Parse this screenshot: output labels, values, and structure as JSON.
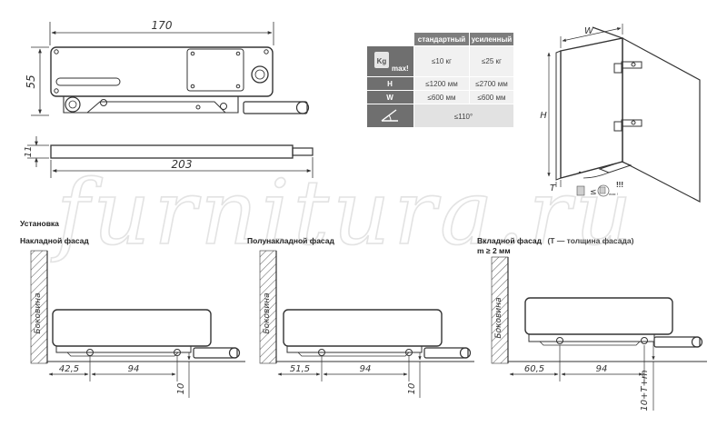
{
  "watermark": "furnitura.ru",
  "top_drawing": {
    "length_label": "170",
    "height_label": "55",
    "rod_thickness_label": "11",
    "rod_length_label": "203"
  },
  "spec_table": {
    "col_standard": "стандартный",
    "col_reinforced": "усиленный",
    "kg_icon_text": "Kg",
    "max_label": "max!",
    "rows": [
      {
        "label": "",
        "standard": "≤10 кг",
        "reinforced": "≤25 кг"
      },
      {
        "label": "H",
        "standard": "≤1200 мм",
        "reinforced": "≤2700 мм"
      },
      {
        "label": "W",
        "standard": "≤600 мм",
        "reinforced": "≤600 мм"
      },
      {
        "label": "",
        "merged": "≤110°"
      }
    ],
    "colors": {
      "header_bg": "#7d7d7d",
      "label_bg": "#6f6f6f",
      "cell_bg": "#f1f1f1",
      "last_row_bg": "#e2e2e2"
    }
  },
  "cabinet": {
    "w_label": "W",
    "h_label": "H",
    "t_label": "T",
    "leq": "≤",
    "warn": "!!!",
    "max_small": "max !"
  },
  "installation": {
    "title": "Установка",
    "side_label": "Боковина",
    "overlay": {
      "title": "Накладной фасад",
      "d1": "42,5",
      "d2": "94",
      "d3": "10"
    },
    "half_overlay": {
      "title": "Полунакладной фасад",
      "d1": "51,5",
      "d2": "94",
      "d3": "10"
    },
    "inset": {
      "title_bold": "Вкладной фасад",
      "title_note": "(T — толщина фасада)",
      "condition": "m ≥ 2 мм",
      "d1": "60,5",
      "d2": "94",
      "d3": "10+T+m"
    }
  }
}
